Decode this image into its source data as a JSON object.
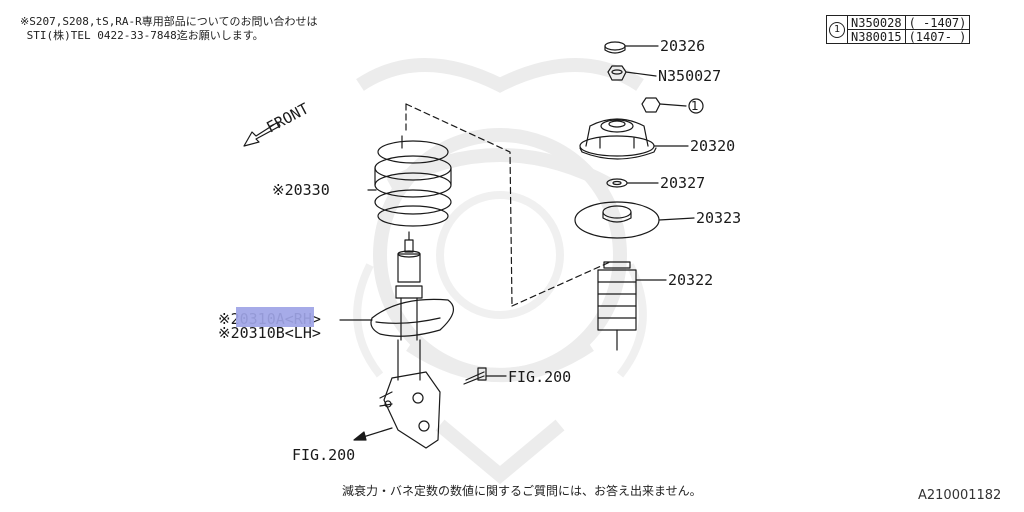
{
  "header_note": {
    "line1": "※S207,S208,tS,RA-R専用部品についてのお問い合わせは",
    "line2": " STI(株)TEL 0422-33-7848迄お願いします。"
  },
  "direction_label": "FRONT",
  "parts": {
    "spring": "※20330",
    "strut_rh": "※20310A<RH>",
    "strut_lh": "※20310B<LH>",
    "cap": "20326",
    "nut": "N350027",
    "mount_nut_ref": "①",
    "mount": "20320",
    "washer": "20327",
    "seat": "20323",
    "boot": "20322",
    "bolt_fig": "FIG.200",
    "knuckle_fig": "FIG.200"
  },
  "ref_table": {
    "circle": "1",
    "rows": [
      {
        "part": "N350028",
        "range": "( -1407)"
      },
      {
        "part": "N380015",
        "range": "(1407- )"
      }
    ]
  },
  "footer_note": "減衰力・バネ定数の数値に関するご質問には、お答え出来ません。",
  "diagram_code": "A210001182",
  "colors": {
    "line": "#1a1a1a",
    "highlight": "#9ea4e6",
    "watermark": "#ececec"
  }
}
